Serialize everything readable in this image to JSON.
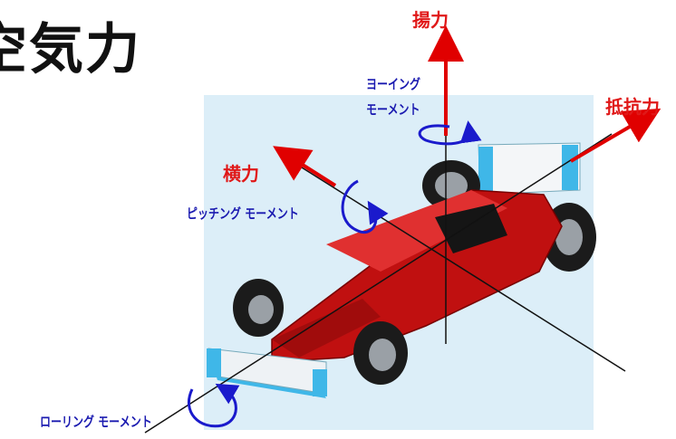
{
  "title": "空気力",
  "labels": {
    "lift": "揚力",
    "drag": "抵抗力",
    "side_force": "横力",
    "yawing_moment_1": "ヨーイング",
    "yawing_moment_2": "モーメント",
    "pitching_moment": "ピッチング モーメント",
    "rolling_moment": "ローリング モーメント"
  },
  "colors": {
    "force_arrow": "#e00000",
    "moment_arrow": "#1a1acc",
    "car_body": "#c01010",
    "backdrop": "#dceef8"
  }
}
